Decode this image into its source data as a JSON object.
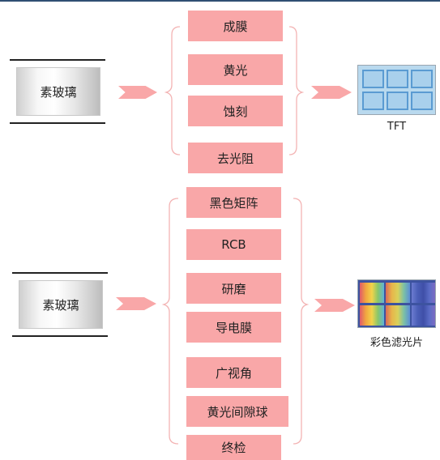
{
  "process_tft": {
    "input": "素玻璃",
    "steps": [
      "成膜",
      "黄光",
      "蚀刻",
      "去光阻"
    ],
    "output": "TFT"
  },
  "process_cf": {
    "input": "素玻璃",
    "steps": [
      "黑色矩阵",
      "RCB",
      "研磨",
      "导电膜",
      "广视角",
      "黄光间隙球",
      "终检"
    ],
    "output": "彩色滤光片"
  },
  "colors": {
    "step_fill": "#f9a7a8",
    "arrow_fill": "#f9a7a8",
    "bracket": "#f3b3b3",
    "top_line": "#2f4f73"
  }
}
